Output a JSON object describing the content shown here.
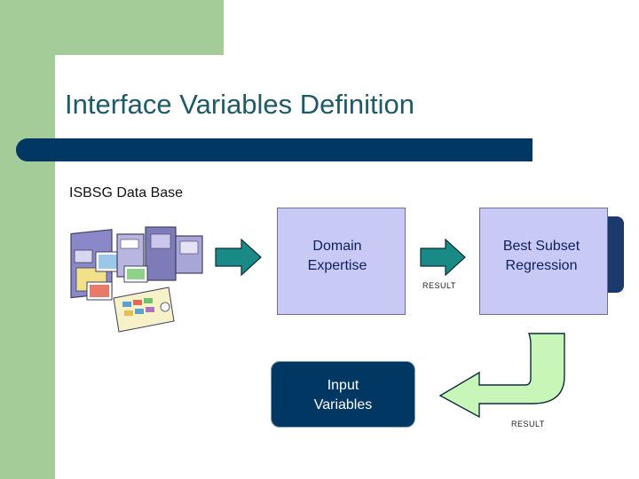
{
  "slide": {
    "title": "Interface Variables Definition",
    "subtitle": "ISBSG Data Base"
  },
  "diagram": {
    "database_icon": "computers-and-data-clipart-icon",
    "nodes": {
      "domain_expertise": "Domain\nExpertise",
      "best_subset": "Best Subset\nRegression",
      "input_variables": "Input\nVariables"
    },
    "edge_labels": {
      "result_top": "RESULT",
      "result_bottom": "RESULT"
    }
  },
  "colors": {
    "green_accent": "#a3cc99",
    "navy": "#003763",
    "box_fill": "#c9c9f5",
    "arrow_teal": "#1a8a86",
    "curved_arrow_fill": "#c8f5b8",
    "title_color": "#1f5a66"
  }
}
